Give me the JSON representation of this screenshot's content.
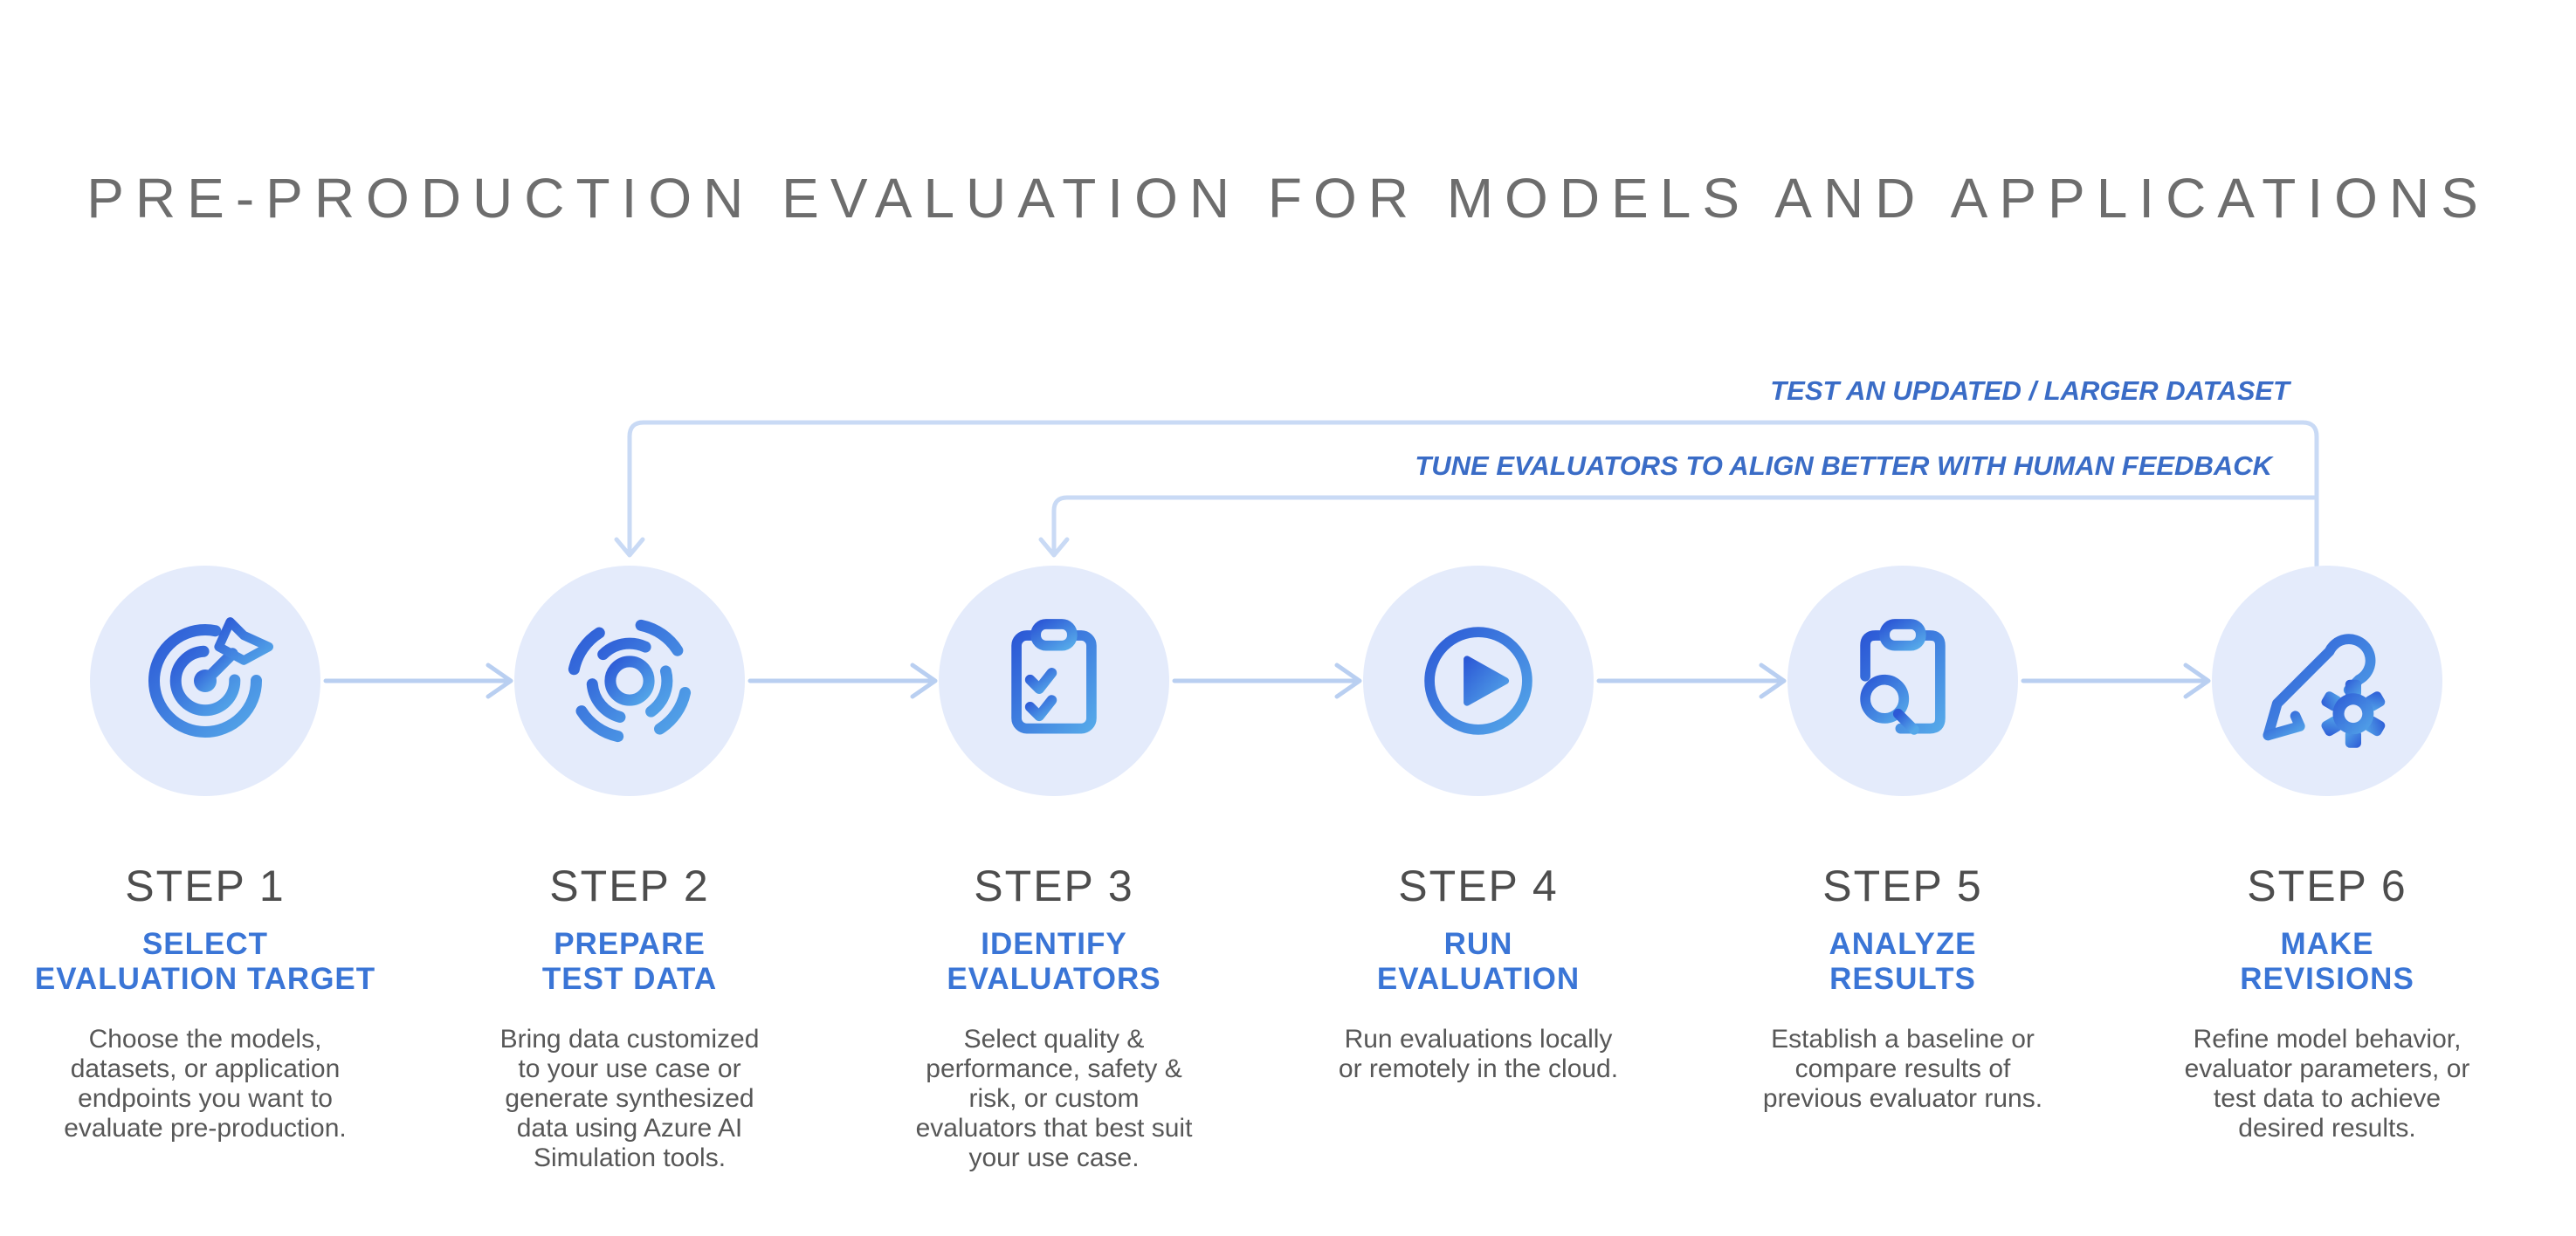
{
  "title": "PRE-PRODUCTION EVALUATION FOR MODELS AND APPLICATIONS",
  "feedback": {
    "loop1": {
      "label": "TEST AN UPDATED / LARGER DATASET",
      "from_step": 6,
      "to_step": 2
    },
    "loop2": {
      "label": "TUNE EVALUATORS TO ALIGN BETTER WITH HUMAN FEEDBACK",
      "from_step": 6,
      "to_step": 3
    }
  },
  "steps": [
    {
      "title": "STEP 1",
      "heading": "SELECT\nEVALUATION TARGET",
      "description": "Choose the models,\ndatasets, or application\nendpoints you want to\nevaluate pre-production.",
      "icon": "target-dart-icon"
    },
    {
      "title": "STEP 2",
      "heading": "PREPARE\nTEST DATA",
      "description": "Bring data customized\nto your use case or\ngenerate synthesized\ndata using Azure AI\nSimulation tools.",
      "icon": "data-pulse-icon"
    },
    {
      "title": "STEP 3",
      "heading": "IDENTIFY\nEVALUATORS",
      "description": "Select quality &\nperformance, safety &\nrisk, or custom\nevaluators that best suit\nyour use case.",
      "icon": "checklist-clipboard-icon"
    },
    {
      "title": "STEP 4",
      "heading": "RUN\nEVALUATION",
      "description": "Run evaluations locally\nor remotely in the cloud.",
      "icon": "play-circle-icon"
    },
    {
      "title": "STEP 5",
      "heading": "ANALYZE\nRESULTS",
      "description": "Establish a baseline or\ncompare results of\nprevious evaluator runs.",
      "icon": "search-clipboard-icon"
    },
    {
      "title": "STEP 6",
      "heading": "MAKE\nREVISIONS",
      "description": "Refine model behavior,\nevaluator parameters, or\ntest data to achieve\ndesired results.",
      "icon": "edit-gear-icon"
    }
  ],
  "colors": {
    "title_text": "#6d6d6d",
    "step_title_text": "#4d4d4d",
    "heading_blue": "#3a75d6",
    "feedback_label_blue": "#3a6cc6",
    "body_text": "#575757",
    "bubble_fill": "#e4ebfb",
    "connector_arrow": "#b9cff1",
    "feedback_line": "#c9daf5",
    "icon_gradient_start": "#2c59d6",
    "icon_gradient_end": "#55a8e9"
  }
}
